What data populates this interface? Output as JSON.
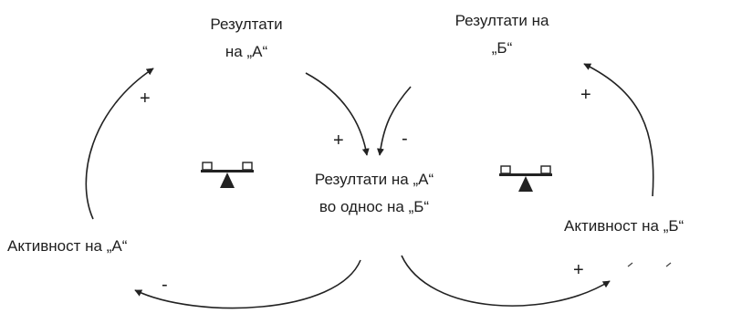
{
  "nodes": {
    "results_a": {
      "line1": "Резултати",
      "line2": "на „А“"
    },
    "results_b": {
      "line1": "Резултати на",
      "line2": "„Б“"
    },
    "relative": {
      "line1": "Резултати на „А“",
      "line2": "во однос на „Б“"
    },
    "activity_a": {
      "text": "Активност на „А“"
    },
    "activity_b": {
      "text": "Активност на „Б“"
    }
  },
  "links": {
    "activity_a_to_results_a": "+",
    "results_a_to_relative": "+",
    "results_b_to_relative": "-",
    "relative_to_activity_a": "-",
    "relative_to_activity_b": "+",
    "activity_b_to_results_b": "+"
  },
  "loops": [
    {
      "type": "balancing",
      "icon": "balance-scale-icon"
    },
    {
      "type": "balancing",
      "icon": "balance-scale-icon"
    }
  ]
}
